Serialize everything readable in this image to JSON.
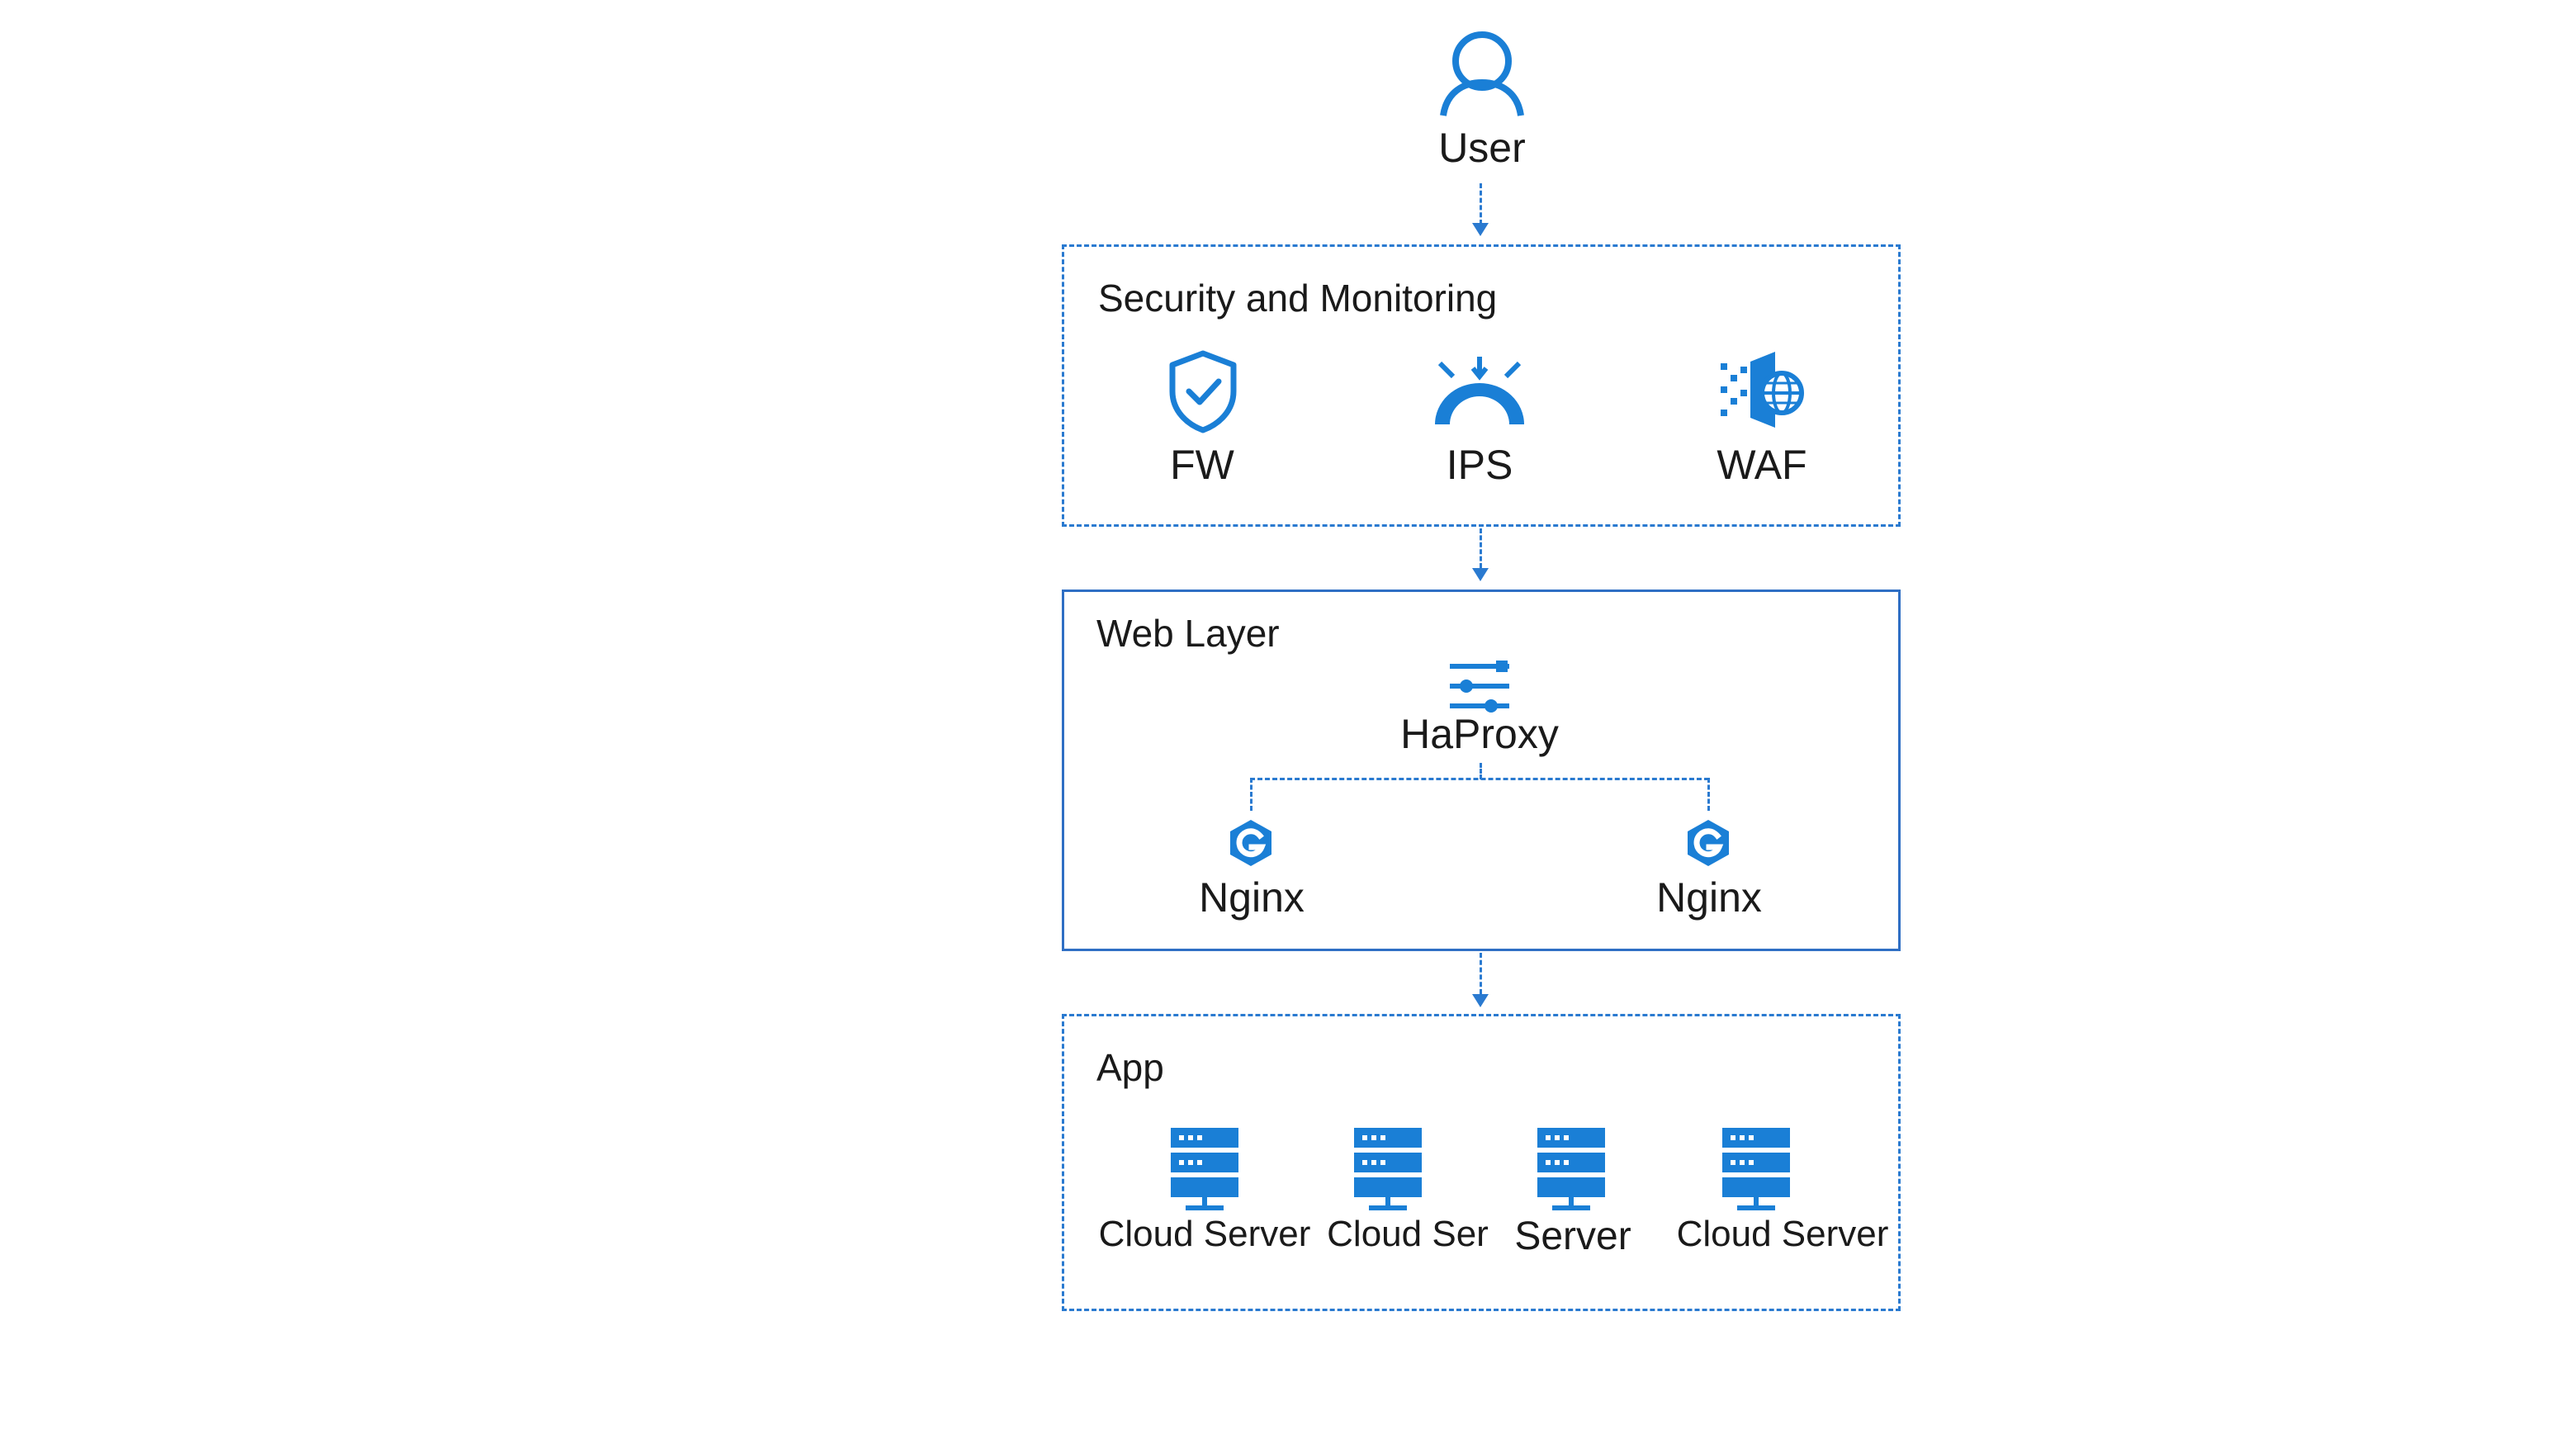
{
  "user": {
    "label": "User",
    "icon": "user-icon"
  },
  "security": {
    "title": "Security and Monitoring",
    "items": [
      {
        "label": "FW",
        "icon": "shield-check-icon"
      },
      {
        "label": "IPS",
        "icon": "ips-icon"
      },
      {
        "label": "WAF",
        "icon": "waf-globe-icon"
      }
    ]
  },
  "web": {
    "title": "Web Layer",
    "proxy": {
      "label": "HaProxy",
      "icon": "sliders-icon"
    },
    "nodes": [
      {
        "label": "Nginx",
        "icon": "nginx-icon"
      },
      {
        "label": "Nginx",
        "icon": "nginx-icon"
      }
    ]
  },
  "app": {
    "title": "App",
    "servers": [
      {
        "label": "Cloud Server",
        "icon": "server-icon"
      },
      {
        "label": "Cloud Ser",
        "icon": "server-icon"
      },
      {
        "label": "Server",
        "icon": "server-icon"
      },
      {
        "label": "Cloud Server",
        "icon": "server-icon"
      }
    ]
  },
  "colors": {
    "accent": "#1a7fd6",
    "line": "#2a7ad0",
    "border_solid": "#2f6fc4"
  }
}
